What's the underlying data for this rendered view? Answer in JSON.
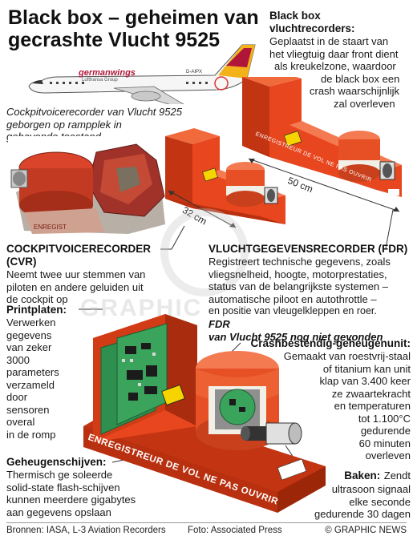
{
  "title": {
    "line1": "Black box – geheimen van",
    "line2": "gecrashte Vlucht 9525"
  },
  "plane": {
    "brand": "germanwings",
    "subbrand": "Lufthansa Group",
    "registration": "D-AIPX"
  },
  "flight_recorders": {
    "heading_line1": "Black box",
    "heading_line2": "vluchtrecorders:",
    "text": [
      "Geplaatst in de staart van",
      "het vliegtuig daar front dient",
      "als kreukelzone, waardoor",
      "de black box een",
      "crash waarschijnlijk",
      "zal overleven"
    ]
  },
  "photo_caption": [
    "Cockpitvoicerecorder van Vlucht 9525",
    "geborgen op rampplek in",
    "gehavende toestand"
  ],
  "dimensions": {
    "fdr_length": "50 cm",
    "cvr_length": "32 cm"
  },
  "box_label": "ENREGISTREUR DE VOL NE PAS OUVRIR",
  "cvr": {
    "heading": "COCKPITVOICERECORDER (CVR)",
    "text": [
      "Neemt twee uur stemmen van",
      "piloten en andere geluiden uit",
      "de cockpit op"
    ]
  },
  "fdr": {
    "heading": "VLUCHTGEGEVENSRECORDER (FDR)",
    "text": [
      "Registreert technische gegevens, zoals",
      "vliegsnelheid, hoogte, motorprestaties,",
      "status van de belangrijkste systemen –",
      "automatische piloot en autothrottle –",
      "en positie van vleugelkleppen en roer."
    ],
    "note_line1": "FDR",
    "note_line2": "van Vlucht 9525 nog niet gevonden"
  },
  "printplaten": {
    "heading": "Printplaten:",
    "text": [
      "Verwerken",
      "gegevens",
      "van zeker",
      "3000",
      "parameters",
      "verzameld",
      "door",
      "sensoren",
      "overal",
      "in de romp"
    ]
  },
  "crash_unit": {
    "heading": "Crashbestendig-geheugenunit:",
    "text": [
      "Gemaakt van roestvrij-staal",
      "of titanium kan unit",
      "klap van 3.400 keer",
      "ze zwaartekracht",
      "en temperaturen",
      "tot 1.100°C",
      "gedurende",
      "60 minuten",
      "overleven"
    ]
  },
  "memory": {
    "heading": "Geheugenschijven:",
    "text": [
      "Thermisch ge soleerde",
      "solid-state flash-schijven",
      "kunnen meerdere gigabytes",
      "aan gegevens opslaan"
    ]
  },
  "beacon": {
    "heading": "Baken:",
    "heading_rest": "Zendt",
    "text": [
      "ultrasoon signaal",
      "elke seconde",
      "gedurende 30 dagen"
    ]
  },
  "footer": {
    "sources": "Bronnen: IASA, L-3 Aviation Recorders",
    "photo": "Foto: Associated Press",
    "credit": "© GRAPHIC NEWS"
  },
  "colors": {
    "box_orange": "#e8461e",
    "box_dark": "#b8300f",
    "drum_orange": "#f05a28",
    "band": "#f2efe6",
    "board_green": "#2f8f4e",
    "plane_red": "#b0163a",
    "plane_yellow": "#f3b21a"
  }
}
